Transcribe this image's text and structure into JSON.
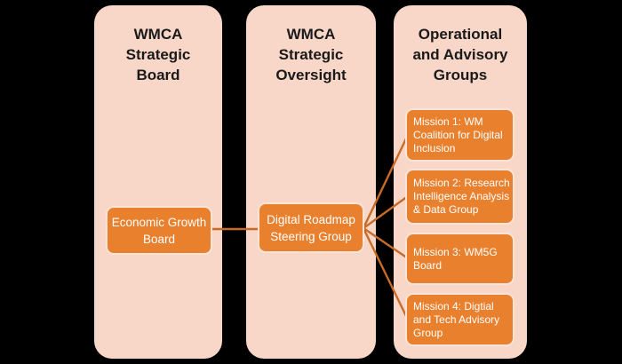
{
  "diagram": {
    "columns": [
      {
        "id": "wmca-strategic-board",
        "title": "WMCA\nStrategic\nBoard"
      },
      {
        "id": "wmca-strategic-oversight",
        "title": "WMCA\nStrategic\nOversight"
      },
      {
        "id": "operational-advisory-groups",
        "title": "Operational\nand Advisory\nGroups"
      }
    ],
    "nodes": {
      "economic_growth_board": {
        "label": "Economic Growth\nBoard",
        "column": "wmca-strategic-board"
      },
      "digital_roadmap": {
        "label": "Digital Roadmap\nSteering Group",
        "column": "wmca-strategic-oversight"
      },
      "mission1": {
        "label": "Mission 1: WM\nCoalition for Digital\nInclusion",
        "column": "operational-advisory-groups"
      },
      "mission2": {
        "label": "Mission 2: Research\nIntelligence Analysis\n& Data Group",
        "column": "operational-advisory-groups"
      },
      "mission3": {
        "label": "Mission 3: WM5G\nBoard",
        "column": "operational-advisory-groups"
      },
      "mission4": {
        "label": "Mission 4: Digtial\nand Tech Advisory\nGroup",
        "column": "operational-advisory-groups"
      }
    },
    "edges": [
      {
        "from": "economic_growth_board",
        "to": "digital_roadmap"
      },
      {
        "from": "digital_roadmap",
        "to": "mission1"
      },
      {
        "from": "digital_roadmap",
        "to": "mission2"
      },
      {
        "from": "digital_roadmap",
        "to": "mission3"
      },
      {
        "from": "digital_roadmap",
        "to": "mission4"
      }
    ]
  },
  "colors": {
    "background": "#000000",
    "column_fill": "#F8D7C8",
    "title_text": "#1A1A1A",
    "node_fill": "#E8802E",
    "node_border": "#FAE4D7",
    "node_text": "#FFFFFF",
    "connector": "#C96A26"
  }
}
